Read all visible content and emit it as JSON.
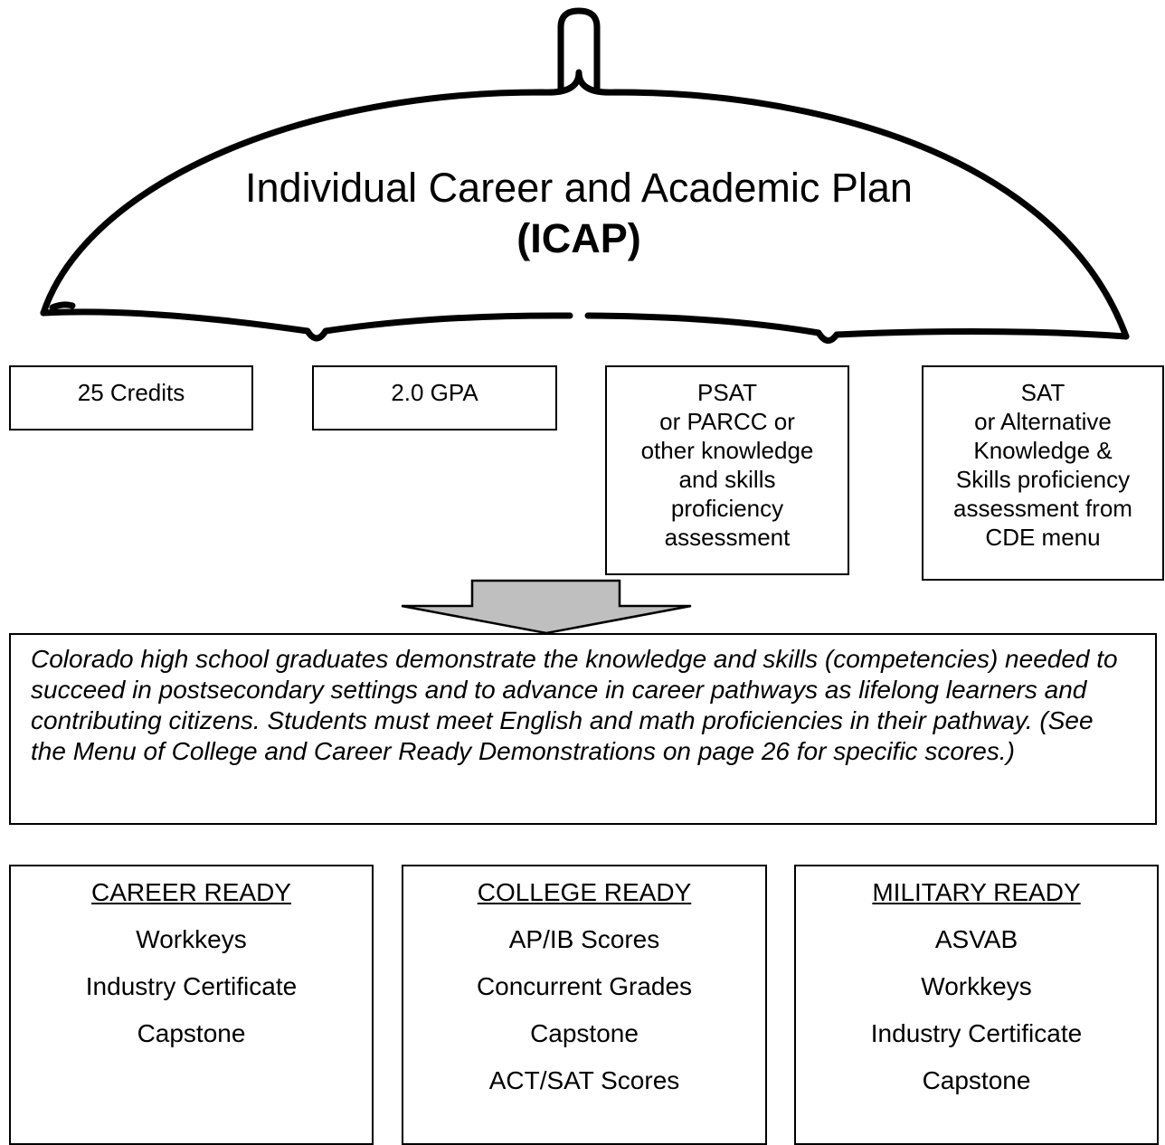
{
  "umbrella": {
    "title": "Individual Career and Academic Plan",
    "subtitle": "(ICAP)"
  },
  "requirements": [
    {
      "lines": [
        "25 Credits"
      ]
    },
    {
      "lines": [
        "2.0 GPA"
      ]
    },
    {
      "lines": [
        "PSAT",
        "or PARCC or",
        "other knowledge",
        "and skills",
        "proficiency",
        "assessment"
      ]
    },
    {
      "lines": [
        "SAT",
        "or Alternative",
        "Knowledge &",
        "Skills proficiency",
        "assessment from",
        "CDE menu"
      ]
    }
  ],
  "summary": {
    "text": "Colorado high school graduates demonstrate the knowledge and skills (competencies) needed to succeed in postsecondary settings and to advance in career pathways as lifelong learners and contributing citizens.  Students must meet English and math proficiencies in their pathway.  (See the Menu of College and Career Ready Demonstrations on page 26 for specific scores.)"
  },
  "readiness": {
    "career": {
      "heading": "CAREER READY",
      "items": [
        "Workkeys",
        "Industry Certificate",
        "Capstone"
      ]
    },
    "college": {
      "heading": "COLLEGE READY",
      "items": [
        "AP/IB Scores",
        "Concurrent Grades",
        "Capstone",
        "ACT/SAT Scores"
      ]
    },
    "military": {
      "heading": "MILITARY READY",
      "items": [
        "ASVAB",
        "Workkeys",
        "Industry Certificate",
        "Capstone"
      ]
    }
  },
  "colors": {
    "line": "#000000",
    "arrow_fill": "#bfbfbf",
    "background": "#ffffff"
  }
}
